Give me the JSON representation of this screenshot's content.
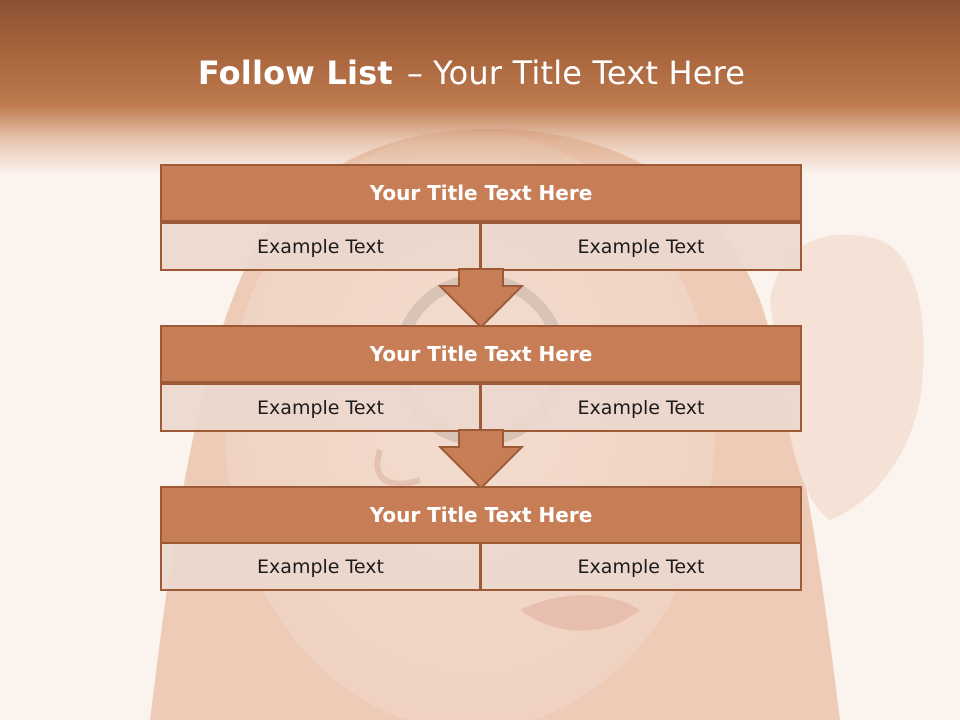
{
  "slide": {
    "title_bold": "Follow List",
    "title_separator": "–",
    "title_rest": "Your Title Text Here"
  },
  "steps": [
    {
      "title": "Your Title Text Here",
      "left_text": "Example Text",
      "right_text": "Example Text"
    },
    {
      "title": "Your Title Text Here",
      "left_text": "Example Text",
      "right_text": "Example Text"
    },
    {
      "title": "Your Title Text Here",
      "left_text": "Example Text",
      "right_text": "Example Text"
    }
  ],
  "colors": {
    "header_band": "#a8643c",
    "box_fill": "#c77d55",
    "box_border": "#9e5a36",
    "cell_fill": "#ecd7cd",
    "arrow_fill": "#c77d55"
  },
  "icons": [
    "down-arrow-icon"
  ]
}
